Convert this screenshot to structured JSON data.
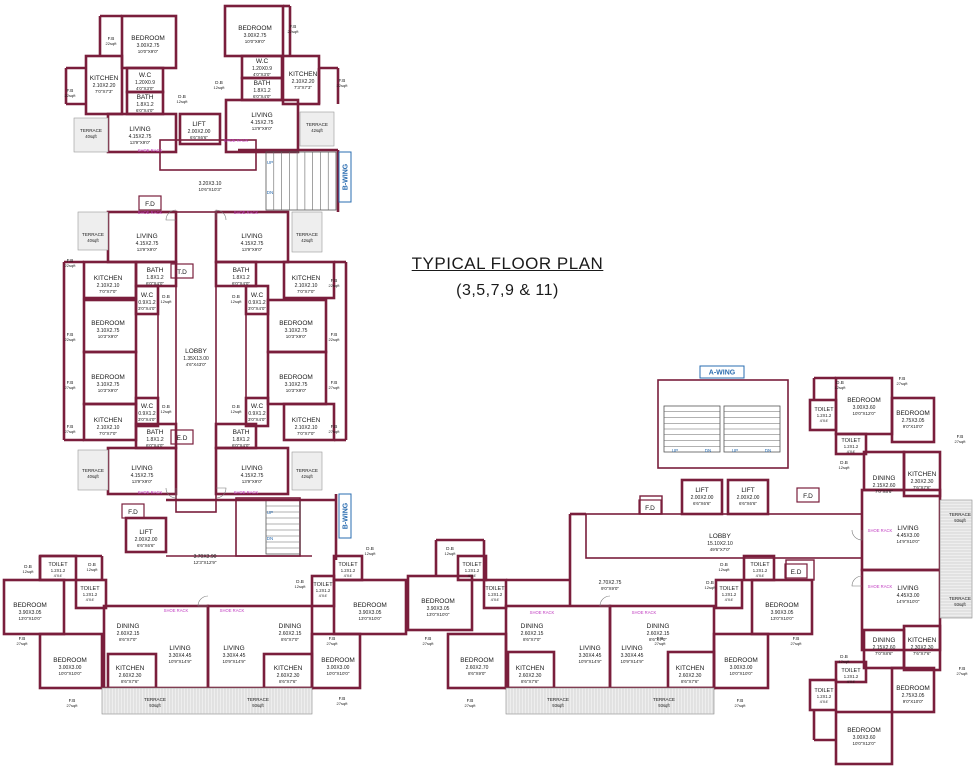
{
  "title": "TYPICAL FLOOR PLAN",
  "subtitle": "(3,5,7,9 & 11)",
  "colors": {
    "wall": "#7a1e3c",
    "text": "#1a1a1a",
    "tag_text": "#2a6cb0",
    "door_note": "#c03cc0",
    "terrace_fill": "#eeeeee"
  },
  "wings": {
    "a": "A-WING",
    "b": "B-WING"
  },
  "rooms": [
    {
      "name": "BEDROOM",
      "dims": "3.00X2.75",
      "ft": "10'0\"X9'0\""
    },
    {
      "name": "BEDROOM",
      "dims": "3.00X2.75",
      "ft": "10'0\"X9'0\""
    },
    {
      "name": "KITCHEN",
      "dims": "2.10X2.20",
      "ft": "7'0\"X7'3\""
    },
    {
      "name": "KITCHEN",
      "dims": "2.10X2.20",
      "ft": "7'3\"X7'3\""
    },
    {
      "name": "W.C",
      "dims": "1.20X0.9",
      "ft": "4'0\"X3'0\""
    },
    {
      "name": "W.C",
      "dims": "1.20X0.9",
      "ft": "4'0\"X3'0\""
    },
    {
      "name": "BATH",
      "dims": "1.8X1.2",
      "ft": "6'0\"X4'0\""
    },
    {
      "name": "BATH",
      "dims": "1.8X1.2",
      "ft": "6'0\"X4'0\""
    },
    {
      "name": "LIVING",
      "dims": "4.15X2.75",
      "ft": "13'9\"X9'0\""
    },
    {
      "name": "LIFT",
      "dims": "2.00X2.00",
      "ft": "6'6\"X6'6\""
    },
    {
      "name": "LIVING",
      "dims": "4.15X2.75",
      "ft": "13'9\"X9'0\""
    },
    {
      "name": "",
      "dims": "3.20X3.10",
      "ft": "10'6\"X10'3\""
    },
    {
      "name": "LIVING",
      "dims": "4.15X2.75",
      "ft": "13'9\"X9'0\""
    },
    {
      "name": "LIVING",
      "dims": "4.15X2.75",
      "ft": "13'9\"X9'0\""
    },
    {
      "name": "BATH",
      "dims": "1.8X1.2",
      "ft": "6'0\"X4'0\""
    },
    {
      "name": "BATH",
      "dims": "1.8X1.2",
      "ft": "6'0\"X4'0\""
    },
    {
      "name": "KITCHEN",
      "dims": "2.10X2.10",
      "ft": "7'0\"X7'0\""
    },
    {
      "name": "KITCHEN",
      "dims": "2.10X2.10",
      "ft": "7'0\"X7'0\""
    },
    {
      "name": "W.C",
      "dims": "0.9X1.2",
      "ft": "3'0\"X4'0\""
    },
    {
      "name": "W.C",
      "dims": "0.9X1.2",
      "ft": "3'0\"X4'0\""
    },
    {
      "name": "BEDROOM",
      "dims": "3.10X2.75",
      "ft": "10'3\"X9'0\""
    },
    {
      "name": "BEDROOM",
      "dims": "3.10X2.75",
      "ft": "10'3\"X9'0\""
    },
    {
      "name": "LOBBY",
      "dims": "1.35X13.00",
      "ft": "4'6\"X43'0\""
    },
    {
      "name": "BEDROOM",
      "dims": "3.10X2.75",
      "ft": "10'3\"X9'0\""
    },
    {
      "name": "BEDROOM",
      "dims": "3.10X2.75",
      "ft": "10'3\"X9'0\""
    },
    {
      "name": "W.C",
      "dims": "0.9X1.2",
      "ft": "3'0\"X4'0\""
    },
    {
      "name": "W.C",
      "dims": "0.9X1.2",
      "ft": "3'0\"X4'0\""
    },
    {
      "name": "KITCHEN",
      "dims": "2.10X2.10",
      "ft": "7'0\"X7'0\""
    },
    {
      "name": "KITCHEN",
      "dims": "2.10X2.10",
      "ft": "7'0\"X7'0\""
    },
    {
      "name": "BATH",
      "dims": "1.8X1.2",
      "ft": "6'0\"X4'0\""
    },
    {
      "name": "BATH",
      "dims": "1.8X1.2",
      "ft": "6'0\"X4'0\""
    },
    {
      "name": "LIVING",
      "dims": "4.15X2.75",
      "ft": "13'9\"X9'0\""
    },
    {
      "name": "LIVING",
      "dims": "4.15X2.75",
      "ft": "13'9\"X9'0\""
    },
    {
      "name": "LIFT",
      "dims": "2.00X2.00",
      "ft": "6'6\"X6'6\""
    },
    {
      "name": "",
      "dims": "3.70X3.90",
      "ft": "12'3\"X12'9\""
    },
    {
      "name": "BEDROOM",
      "dims": "3.90X3.05",
      "ft": "13'0\"X10'0\""
    },
    {
      "name": "BEDROOM",
      "dims": "3.90X3.05",
      "ft": "13'0\"X10'0\""
    },
    {
      "name": "DINING",
      "dims": "2.60X2.15",
      "ft": "8'6\"X7'0\""
    },
    {
      "name": "DINING",
      "dims": "2.60X2.15",
      "ft": "8'6\"X7'0\""
    },
    {
      "name": "LIVING",
      "dims": "3.30X4.45",
      "ft": "10'9\"X14'9\""
    },
    {
      "name": "LIVING",
      "dims": "3.30X4.45",
      "ft": "10'9\"X14'9\""
    },
    {
      "name": "BEDROOM",
      "dims": "3.00X3.00",
      "ft": "10'0\"X10'0\""
    },
    {
      "name": "KITCHEN",
      "dims": "2.60X2.30",
      "ft": "8'6\"X7'6\""
    },
    {
      "name": "KITCHEN",
      "dims": "2.60X2.30",
      "ft": "8'6\"X7'6\""
    },
    {
      "name": "BEDROOM",
      "dims": "3.00X3.00",
      "ft": "10'0\"X10'0\""
    },
    {
      "name": "LIFT",
      "dims": "2.00X2.00",
      "ft": "6'6\"X6'6\""
    },
    {
      "name": "LIFT",
      "dims": "2.00X2.00",
      "ft": "6'6\"X6'6\""
    },
    {
      "name": "LOBBY",
      "dims": "15.10X2.10",
      "ft": "49'6\"X7'0\""
    },
    {
      "name": "",
      "dims": "2.70X2.75",
      "ft": "9'0\"X9'0\""
    },
    {
      "name": "BEDROOM",
      "dims": "3.90X3.05",
      "ft": "13'0\"X10'0\""
    },
    {
      "name": "BEDROOM",
      "dims": "3.90X3.05",
      "ft": "13'0\"X10'0\""
    },
    {
      "name": "DINING",
      "dims": "2.60X2.15",
      "ft": "8'6\"X7'0\""
    },
    {
      "name": "DINING",
      "dims": "2.60X2.15",
      "ft": "8'6\"X7'0\""
    },
    {
      "name": "LIVING",
      "dims": "3.30X4.45",
      "ft": "10'9\"X14'9\""
    },
    {
      "name": "LIVING",
      "dims": "3.30X4.45",
      "ft": "10'9\"X14'9\""
    },
    {
      "name": "BEDROOM",
      "dims": "2.60X2.70",
      "ft": "8'6\"X9'0\""
    },
    {
      "name": "KITCHEN",
      "dims": "2.60X2.30",
      "ft": "8'6\"X7'6\""
    },
    {
      "name": "KITCHEN",
      "dims": "2.60X2.30",
      "ft": "8'6\"X7'6\""
    },
    {
      "name": "BEDROOM",
      "dims": "3.00X3.00",
      "ft": "10'0\"X10'0\""
    },
    {
      "name": "BEDROOM",
      "dims": "3.00X3.60",
      "ft": "10'0\"X12'0\""
    },
    {
      "name": "BEDROOM",
      "dims": "2.75X3.05",
      "ft": "9'0\"X10'0\""
    },
    {
      "name": "KITCHEN",
      "dims": "2.30X2.30",
      "ft": "7'6\"X7'6\""
    },
    {
      "name": "DINING",
      "dims": "2.15X2.60",
      "ft": "7'0\"X8'6\""
    },
    {
      "name": "LIVING",
      "dims": "4.45X3.00",
      "ft": "14'9\"X10'0\""
    },
    {
      "name": "LIVING",
      "dims": "4.45X3.00",
      "ft": "14'9\"X10'0\""
    },
    {
      "name": "DINING",
      "dims": "2.15X2.60",
      "ft": "7'0\"X8'6\""
    },
    {
      "name": "KITCHEN",
      "dims": "2.30X2.30",
      "ft": "7'6\"X7'6\""
    },
    {
      "name": "BEDROOM",
      "dims": "2.75X3.05",
      "ft": "9'0\"X10'0\""
    },
    {
      "name": "BEDROOM",
      "dims": "3.00X3.60",
      "ft": "10'0\"X12'0\""
    }
  ],
  "small_labels": [
    {
      "text": "TOILET",
      "dims": "1.2X1.2",
      "ft": "4'X4'"
    },
    {
      "text": "TOILET",
      "dims": "1.2X1.2",
      "ft": "4'X4'"
    },
    {
      "text": "TOILET",
      "dims": "1.2X1.2",
      "ft": "4'X4'"
    },
    {
      "text": "TOILET",
      "dims": "1.2X1.2",
      "ft": "4'X4'"
    },
    {
      "text": "TOILET",
      "dims": "1.2X1.2",
      "ft": "4'X4'"
    },
    {
      "text": "TOILET",
      "dims": "1.2X1.2",
      "ft": "4'X4'"
    },
    {
      "text": "TOILET",
      "dims": "1.2X1.2",
      "ft": "4'X4'"
    },
    {
      "text": "TOILET",
      "dims": "1.2X1.2",
      "ft": "4'X4'"
    },
    {
      "text": "TOILET",
      "dims": "1.2X1.2",
      "ft": "4'X4'"
    },
    {
      "text": "TOILET",
      "dims": "1.2X1.2",
      "ft": "4'X4'"
    },
    {
      "text": "TOILET",
      "dims": "1.2X1.2",
      "ft": "4'X4'"
    },
    {
      "text": "TOILET",
      "dims": "1.2X1.2",
      "ft": "4'X4'"
    }
  ],
  "door_labels": [
    "F.D",
    "F.D",
    "F.D",
    "F.D",
    "T.D",
    "E.D",
    "E.D"
  ],
  "stair_labels": [
    "UP",
    "DN",
    "UP",
    "DN",
    "UP",
    "DN",
    "UP",
    "DN"
  ],
  "terrace_labels": [
    {
      "text": "TERRACE",
      "sub": "40sqft"
    },
    {
      "text": "TERRACE",
      "sub": "42sqft"
    },
    {
      "text": "TERRACE",
      "sub": "40sqft"
    },
    {
      "text": "TERRACE",
      "sub": "42sqft"
    },
    {
      "text": "TERRACE",
      "sub": "40sqft"
    },
    {
      "text": "TERRACE",
      "sub": "42sqft"
    },
    {
      "text": "TERRACE",
      "sub": "93sqft"
    },
    {
      "text": "TERRACE",
      "sub": "93sqft"
    },
    {
      "text": "TERRACE",
      "sub": "93sqft"
    },
    {
      "text": "TERRACE",
      "sub": "93sqft"
    },
    {
      "text": "TERRACE",
      "sub": "93sqft"
    },
    {
      "text": "TERRACE",
      "sub": "93sqft"
    }
  ],
  "fb_labels": [
    {
      "text": "F.B",
      "sub": "22sqft"
    },
    {
      "text": "F.B",
      "sub": "22sqft"
    },
    {
      "text": "F.B",
      "sub": "22sqft"
    },
    {
      "text": "F.B",
      "sub": "22sqft"
    },
    {
      "text": "F.B",
      "sub": "22sqft"
    },
    {
      "text": "F.B",
      "sub": "22sqft"
    },
    {
      "text": "F.B",
      "sub": "22sqft"
    },
    {
      "text": "F.B",
      "sub": "22sqft"
    },
    {
      "text": "F.B",
      "sub": "27sqft"
    },
    {
      "text": "F.B",
      "sub": "27sqft"
    },
    {
      "text": "F.B",
      "sub": "27sqft"
    },
    {
      "text": "F.B",
      "sub": "27sqft"
    },
    {
      "text": "F.B",
      "sub": "27sqft"
    },
    {
      "text": "F.B",
      "sub": "27sqft"
    },
    {
      "text": "F.B",
      "sub": "27sqft"
    },
    {
      "text": "F.B",
      "sub": "27sqft"
    },
    {
      "text": "F.B",
      "sub": "27sqft"
    },
    {
      "text": "F.B",
      "sub": "27sqft"
    },
    {
      "text": "F.B",
      "sub": "27sqft"
    },
    {
      "text": "F.B",
      "sub": "27sqft"
    },
    {
      "text": "F.B",
      "sub": "27sqft"
    },
    {
      "text": "F.B",
      "sub": "27sqft"
    },
    {
      "text": "F.B",
      "sub": "27sqft"
    },
    {
      "text": "F.B",
      "sub": "27sqft"
    }
  ],
  "db_labels": [
    {
      "text": "D.B",
      "sub": "12sqft"
    },
    {
      "text": "D.B",
      "sub": "12sqft"
    },
    {
      "text": "D.B",
      "sub": "12sqft"
    },
    {
      "text": "D.B",
      "sub": "12sqft"
    },
    {
      "text": "D.B",
      "sub": "12sqft"
    },
    {
      "text": "D.B",
      "sub": "12sqft"
    },
    {
      "text": "D.B",
      "sub": "12sqft"
    },
    {
      "text": "D.B",
      "sub": "12sqft"
    },
    {
      "text": "D.B",
      "sub": "12sqft"
    },
    {
      "text": "D.B",
      "sub": "12sqft"
    },
    {
      "text": "D.B",
      "sub": "12sqft"
    },
    {
      "text": "D.B",
      "sub": "12sqft"
    },
    {
      "text": "D.B",
      "sub": "12sqft"
    },
    {
      "text": "D.B",
      "sub": "12sqft"
    },
    {
      "text": "D.B",
      "sub": "12sqft"
    },
    {
      "text": "D.B",
      "sub": "12sqft"
    }
  ],
  "door_notes": [
    "SHOE RACK",
    "SHOE RACK",
    "SHOE RACK",
    "SHOE RACK",
    "SHOE RACK",
    "SHOE RACK",
    "SHOE RACK",
    "SHOE RACK",
    "SHOE RACK",
    "SHOE RACK",
    "SHOE RACK",
    "SHOE RACK"
  ]
}
